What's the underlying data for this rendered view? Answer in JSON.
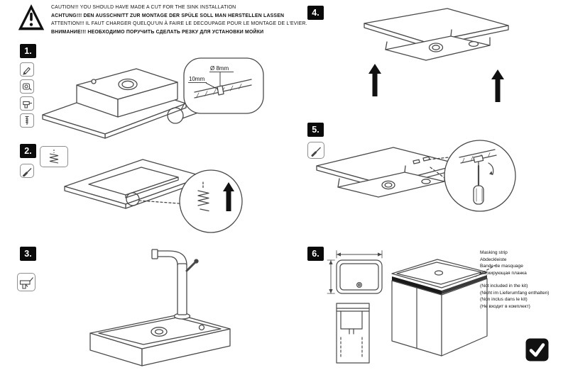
{
  "warning": {
    "lines": [
      "CAUTION!!! YOU SHOULD HAVE MADE A CUT FOR THE SINK INSTALLATION",
      "ACHTUNG!!! DEN AUSSCHNITT ZUR MONTAGE DER SPÜLE SOLL MAN HERSTELLEN LASSEN",
      "ATTENTION!!! IL FAUT CHARGER QUELQU'UN À FAIRE LE DECOUPAGE POUR LE MONTAGE DE L'EVIER.",
      "ВНИМАНИЕ!!! НЕОБХОДИМО ПОРУЧИТЬ СДЕЛАТЬ РЕЗКУ ДЛЯ УСТАНОВКИ МОЙКИ"
    ]
  },
  "steps": {
    "s1": {
      "number": "1.",
      "labels": {
        "diameter": "Ø 8mm",
        "depth": "10mm"
      }
    },
    "s2": {
      "number": "2."
    },
    "s3": {
      "number": "3."
    },
    "s4": {
      "number": "4."
    },
    "s5": {
      "number": "5."
    },
    "s6": {
      "number": "6.",
      "masking_strip": [
        "Masking strip",
        "Abdeckleiste",
        "Bande de masquage",
        "маскирующая планка"
      ],
      "not_included": [
        "(Not included in the kit)",
        "(Nicht im Lieferumfang enthalten)",
        "(Non inclus dans le kit)",
        "(Не входит в комплект)"
      ]
    }
  },
  "icons": {
    "header": [
      "warning-triangle-icon"
    ],
    "step1_tools": [
      "pencil-icon",
      "tape-measure-icon",
      "drill-icon",
      "screw-icon"
    ],
    "step2_tools": [
      "fastener-spring-icon",
      "screwdriver-icon"
    ],
    "step3_tools": [
      "silicone-gun-icon"
    ],
    "step5_tools": [
      "screwdriver-icon"
    ],
    "footer": [
      "checkmark-icon"
    ]
  },
  "colors": {
    "line_art": "#4a4a4a",
    "black": "#111111",
    "badge_bg": "#0a0a0a",
    "badge_text": "#ffffff",
    "background": "#ffffff"
  }
}
